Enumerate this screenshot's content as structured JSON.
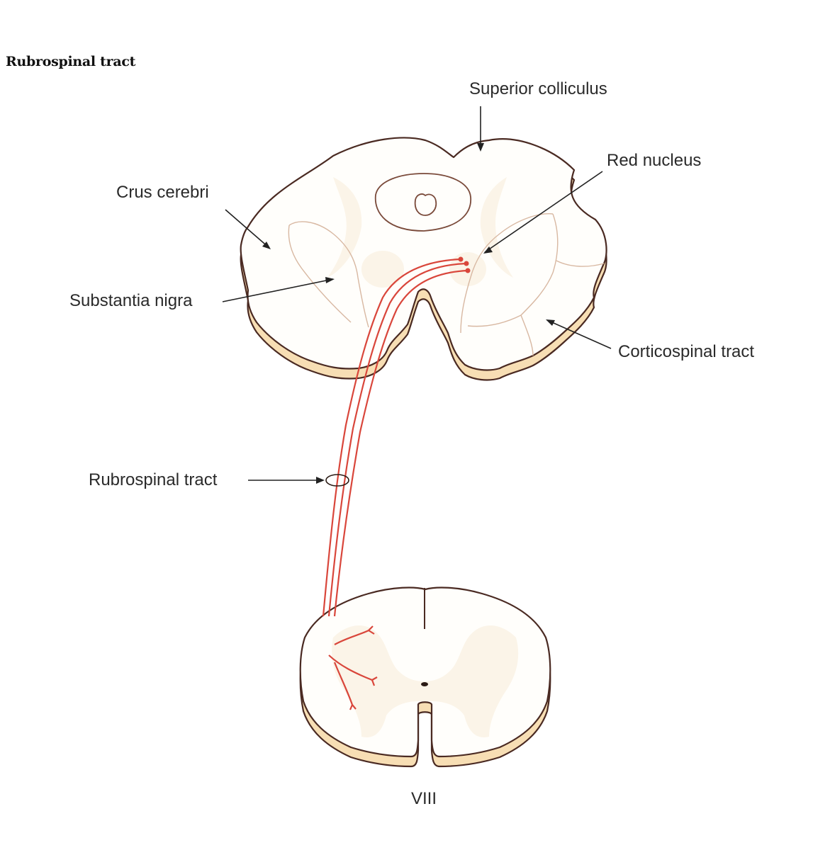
{
  "heading": "Rubrospinal tract",
  "labels": {
    "superior_colliculus": "Superior colliculus",
    "red_nucleus": "Red nucleus",
    "crus_cerebri": "Crus cerebri",
    "substantia_nigra": "Substantia nigra",
    "corticospinal_tract": "Corticospinal tract",
    "rubrospinal_tract": "Rubrospinal tract",
    "spinal_level": "VIII"
  },
  "colors": {
    "tract_fibers": "#d9463b",
    "section_edge": "#f7deb4",
    "outline": "#4a2a22"
  }
}
